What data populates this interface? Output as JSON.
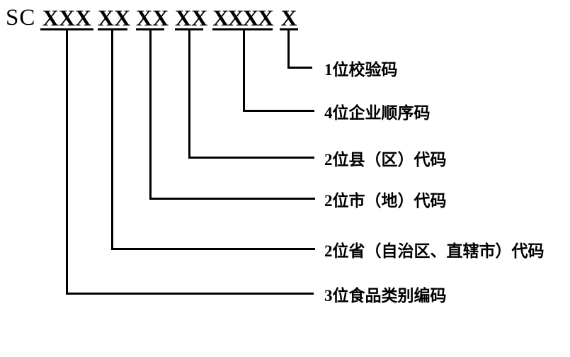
{
  "diagram": {
    "description": "SC food production license code structure",
    "prefix": "SC",
    "segments": [
      {
        "code": "XXX",
        "label": "3位食品类别编码"
      },
      {
        "code": "XX",
        "label": "2位省（自治区、直辖市）代码"
      },
      {
        "code": "XX",
        "label": "2位市（地）代码"
      },
      {
        "code": "XX",
        "label": "2位县（区）代码"
      },
      {
        "code": "XXXX",
        "label": "4位企业顺序码"
      },
      {
        "code": "X",
        "label": "1位校验码"
      }
    ],
    "colors": {
      "line": "#000000",
      "text": "#000000",
      "background": "#ffffff"
    }
  }
}
